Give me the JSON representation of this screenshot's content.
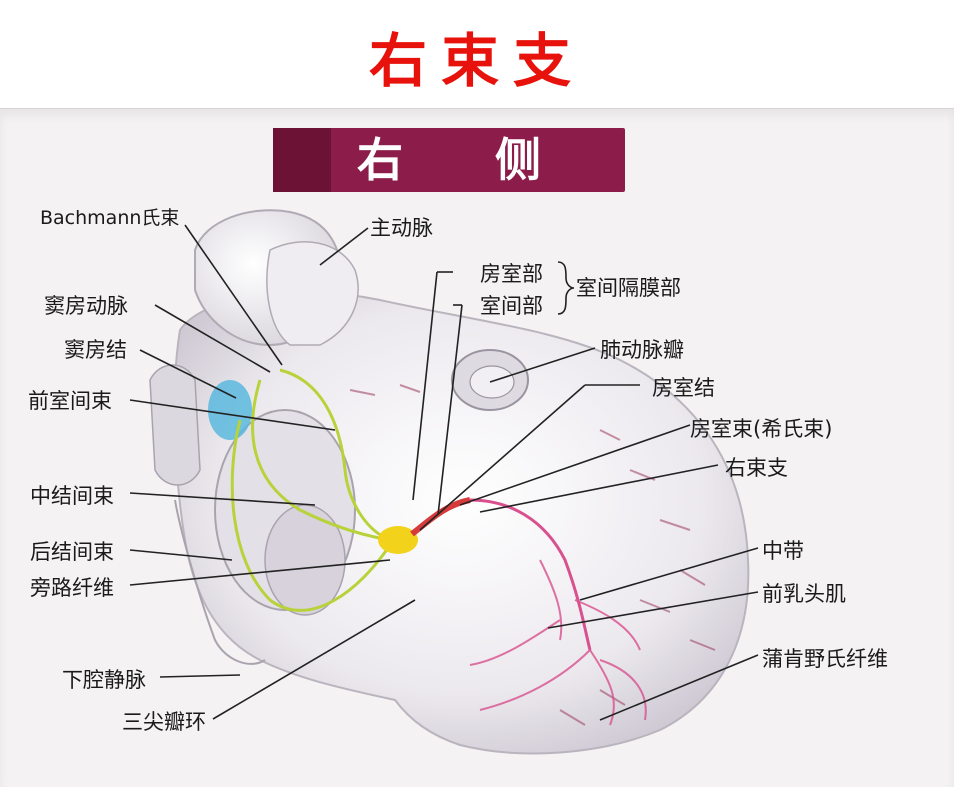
{
  "title": "右束支",
  "banner": "右 侧",
  "labels": {
    "bachmann": "Bachmann氏束",
    "aorta": "主动脉",
    "av_part": "房室部",
    "interventricular_part": "室间部",
    "membranous_septum": "室间隔膜部",
    "sinus_artery": "窦房动脉",
    "sinus_node": "窦房结",
    "pulmonary_valve": "肺动脉瓣",
    "anterior_internodal": "前室间束",
    "av_node": "房室结",
    "his_bundle": "房室束(希氏束)",
    "right_bundle_branch": "右束支",
    "middle_internodal": "中结间束",
    "posterior_internodal": "后结间束",
    "bypass_fibers": "旁路纤维",
    "moderator_band": "中带",
    "anterior_papillary": "前乳头肌",
    "purkinje": "蒲肯野氏纤维",
    "ivc": "下腔静脉",
    "tricuspid_ring": "三尖瓣环"
  },
  "colors": {
    "title": "#e8120c",
    "banner": "#8c1c4a",
    "conduction_green": "#b8d23a",
    "av_node_yellow": "#f2d21a",
    "purkinje_pink": "#d9508e",
    "sinus_node_blue": "#5ab8de"
  }
}
